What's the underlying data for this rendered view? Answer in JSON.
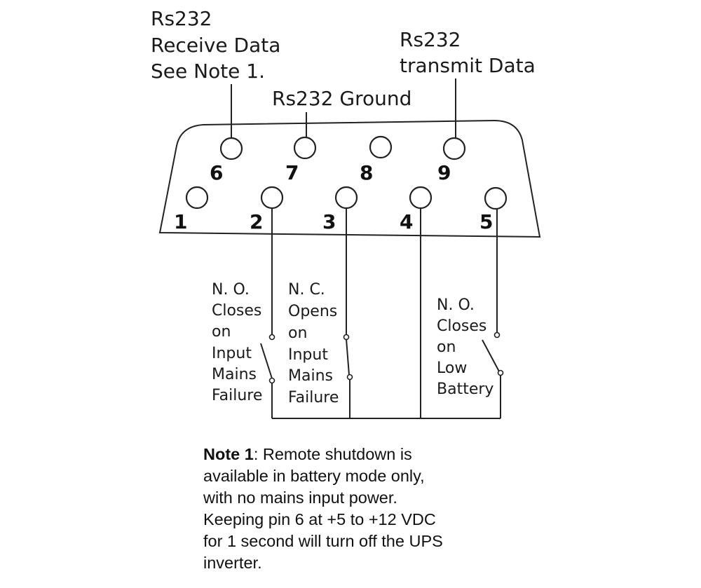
{
  "labels": {
    "rx": [
      "Rs232",
      "Receive Data",
      "See Note 1."
    ],
    "tx": [
      "Rs232",
      "transmit Data"
    ],
    "gnd": "Rs232 Ground"
  },
  "pins": {
    "top": [
      "6",
      "7",
      "8",
      "9"
    ],
    "bottom": [
      "1",
      "2",
      "3",
      "4",
      "5"
    ]
  },
  "switches": {
    "pin2": [
      "N. O.",
      "Closes",
      "on",
      "Input",
      "Mains",
      "Failure"
    ],
    "pin3": [
      "N. C.",
      "Opens",
      "on",
      "Input",
      "Mains",
      "Failure"
    ],
    "pin5": [
      "N. O.",
      "Closes",
      "on",
      "Low",
      "Battery"
    ]
  },
  "note": {
    "heading": "Note 1",
    "lines": [
      ": Remote shutdown is",
      "available in battery mode only,",
      "with no mains input power.",
      "Keeping pin 6 at +5 to +12 VDC",
      "for 1 second will turn off the UPS",
      "inverter."
    ]
  }
}
